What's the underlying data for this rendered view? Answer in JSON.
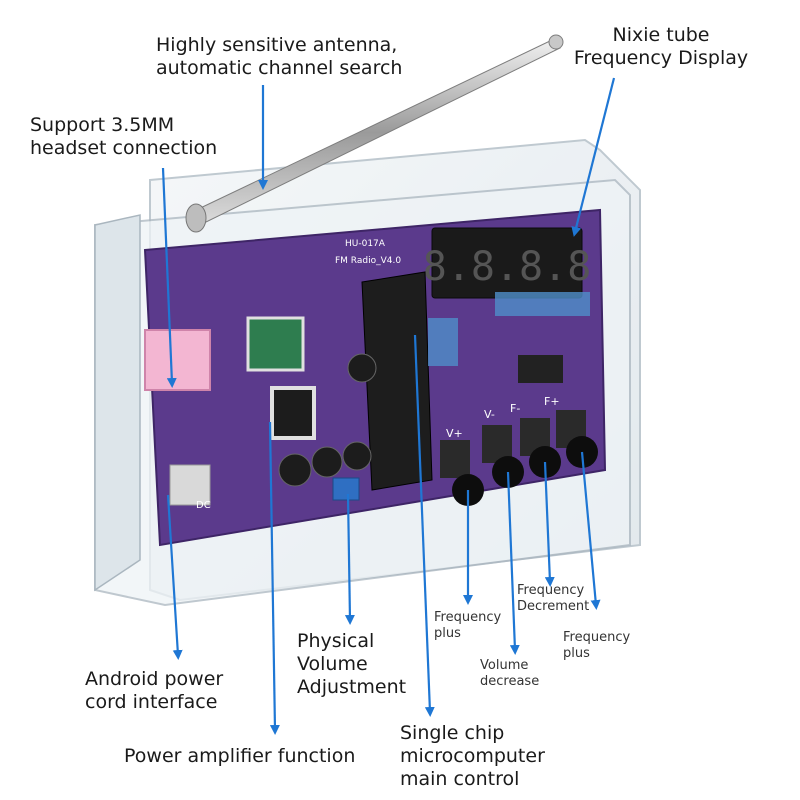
{
  "product": {
    "board_title": "FM Radio_V4.0",
    "board_code": "HU-017A",
    "display_digits": "8.8.8.8",
    "dc_label": "DC",
    "button_labels": [
      "V+",
      "V-",
      "F-",
      "F+"
    ]
  },
  "callouts": [
    {
      "id": "antenna",
      "lines": [
        "Highly sensitive antenna,",
        "automatic channel search"
      ]
    },
    {
      "id": "nixie",
      "lines": [
        "Nixie tube",
        "Frequency Display"
      ]
    },
    {
      "id": "headset",
      "lines": [
        "Support 3.5MM",
        "headset connection"
      ]
    },
    {
      "id": "android",
      "lines": [
        "Android power",
        "cord interface"
      ]
    },
    {
      "id": "amplifier",
      "lines": [
        "Power amplifier function"
      ]
    },
    {
      "id": "volume-adj",
      "lines": [
        "Physical",
        "Volume",
        "Adjustment"
      ]
    },
    {
      "id": "mcu",
      "lines": [
        "Single chip",
        "microcomputer",
        "main control"
      ]
    },
    {
      "id": "freq-plus-1",
      "lines": [
        "Frequency",
        "plus"
      ]
    },
    {
      "id": "vol-decrease",
      "lines": [
        "Volume",
        "decrease"
      ]
    },
    {
      "id": "freq-decrement",
      "lines": [
        "Frequency",
        "Decrement"
      ]
    },
    {
      "id": "freq-plus-2",
      "lines": [
        "Frequency",
        "plus"
      ]
    }
  ],
  "colors": {
    "arrow": "#1f77d4",
    "pcb": "#5b3a8c",
    "acrylic": "#e9eef2"
  }
}
